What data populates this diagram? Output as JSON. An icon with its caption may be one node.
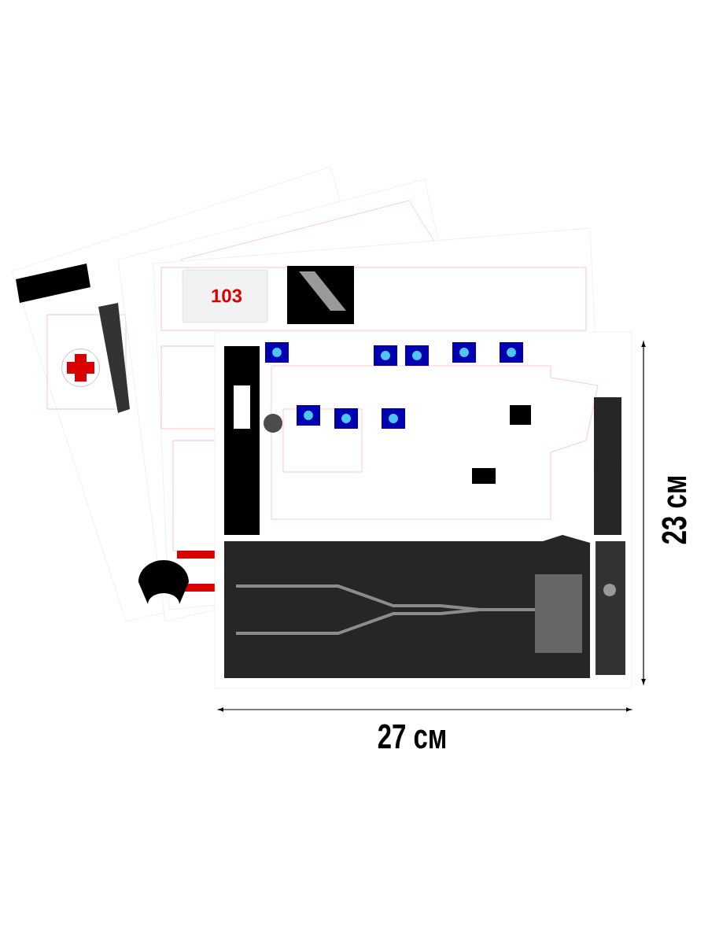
{
  "diagram": {
    "labels": [
      "103",
      "27 см",
      "23 см"
    ]
  }
}
